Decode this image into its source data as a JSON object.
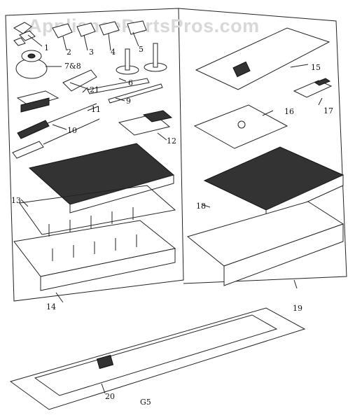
{
  "watermark": "AppliancePartsPros.com",
  "sheet_code": "G5",
  "callouts": {
    "c1": "1",
    "c2": "2",
    "c3": "3",
    "c4": "4",
    "c5": "5",
    "c6": "6",
    "c78": "7&8",
    "c9": "9",
    "c10": "10",
    "c11": "11",
    "c12": "12",
    "c13": "13",
    "c14": "14",
    "c15": "15",
    "c16": "16",
    "c17": "17",
    "c18": "18",
    "c19": "19",
    "c20": "20",
    "c21": "21"
  },
  "colors": {
    "line": "#222222",
    "dark_lid": "#333333",
    "paper": "#ffffff"
  }
}
